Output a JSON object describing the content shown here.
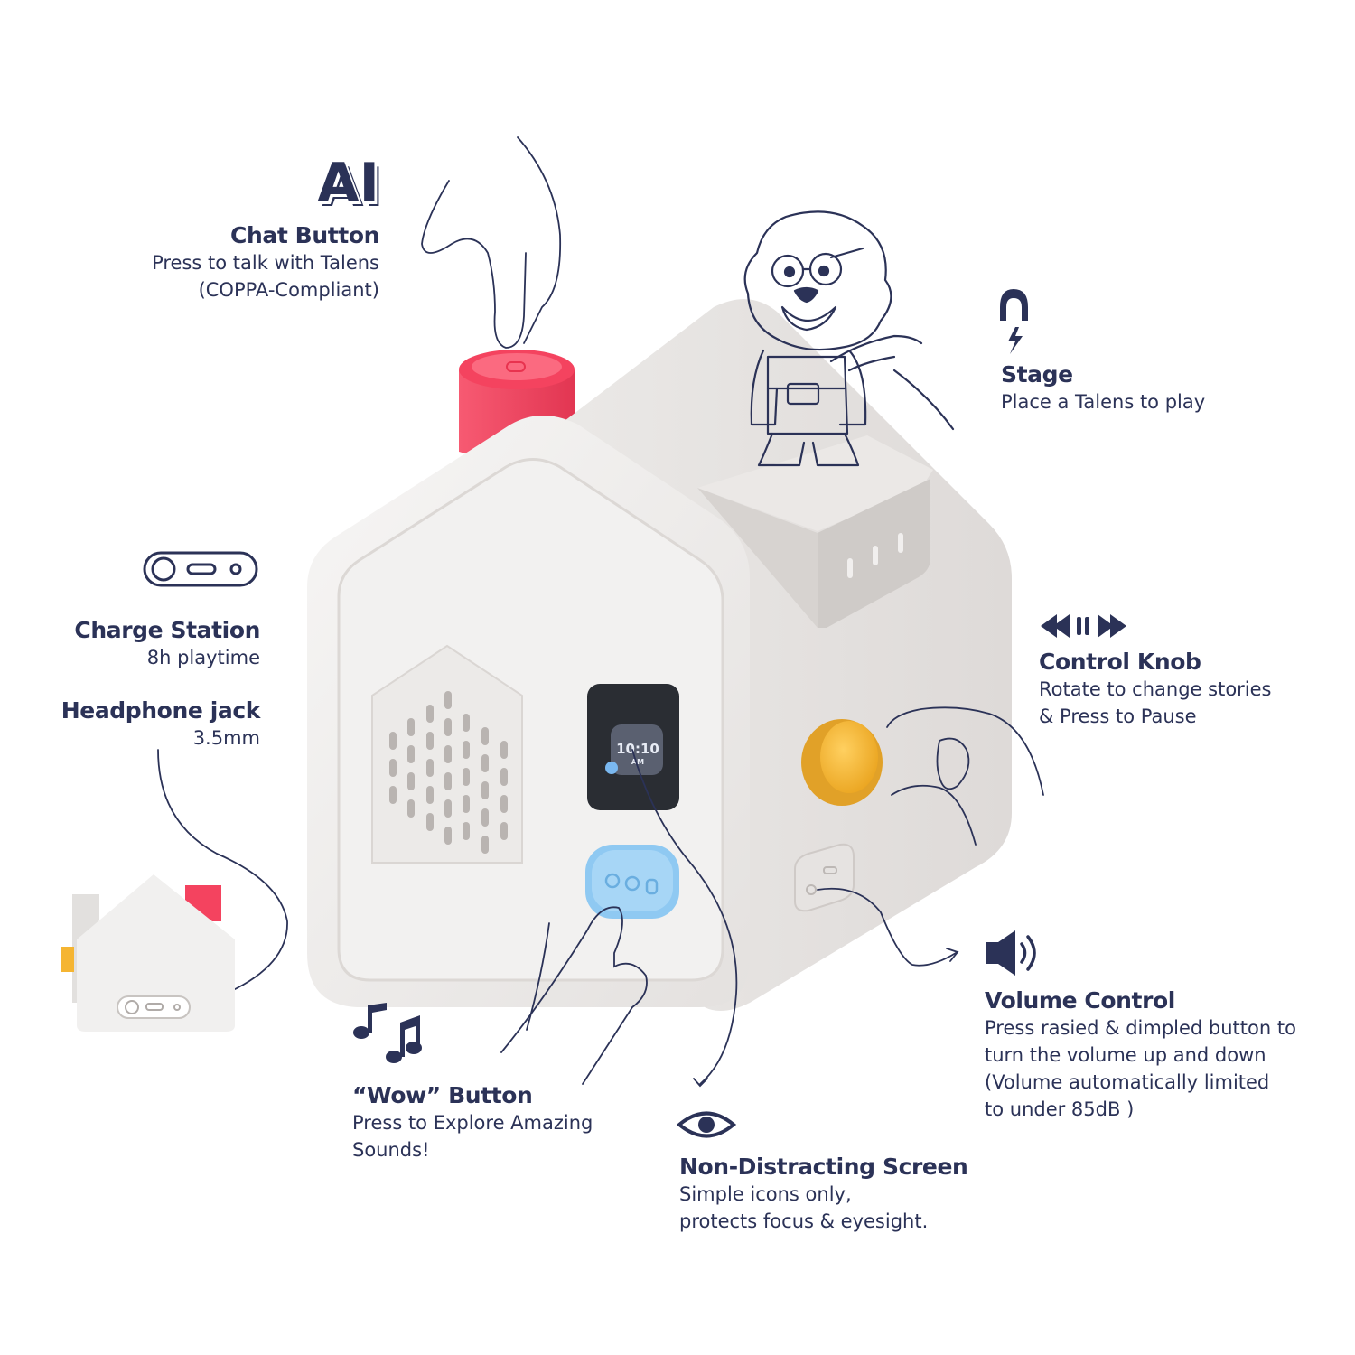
{
  "ai_badge": "AI",
  "chat_button": {
    "title": "Chat Button",
    "desc_line1": "Press to talk with Talens",
    "desc_line2": "(COPPA-Compliant)"
  },
  "stage": {
    "title": "Stage",
    "desc": "Place a Talens to play"
  },
  "charge_station": {
    "title": "Charge Station",
    "desc": "8h playtime"
  },
  "headphone_jack": {
    "title": "Headphone jack",
    "desc": "3.5mm"
  },
  "control_knob": {
    "title": "Control Knob",
    "desc_line1": "Rotate to change stories",
    "desc_line2": "& Press to Pause"
  },
  "volume_control": {
    "title": "Volume Control",
    "desc_line1": "Press rasied & dimpled button to",
    "desc_line2": "turn the volume up and down",
    "desc_line3": "(Volume automatically limited",
    "desc_line4": "to under 85dB )"
  },
  "wow_button": {
    "title": "“Wow” Button",
    "desc_line1": "Press to Explore Amazing",
    "desc_line2": "Sounds!"
  },
  "screen": {
    "title": "Non-Distracting Screen",
    "desc_line1": "Simple icons only,",
    "desc_line2": "protects focus & eyesight.",
    "clock_time": "10:10",
    "clock_ampm": "AM"
  },
  "colors": {
    "ink": "#2b3257",
    "body": "#f0eeed",
    "chat_button": "#f4435f",
    "knob": "#f5b532",
    "wow_button": "#8fc9f2"
  },
  "icons": [
    "magnet-icon",
    "charge-port-icon",
    "media-controls-icon",
    "speaker-icon",
    "music-notes-icon",
    "eye-icon"
  ]
}
